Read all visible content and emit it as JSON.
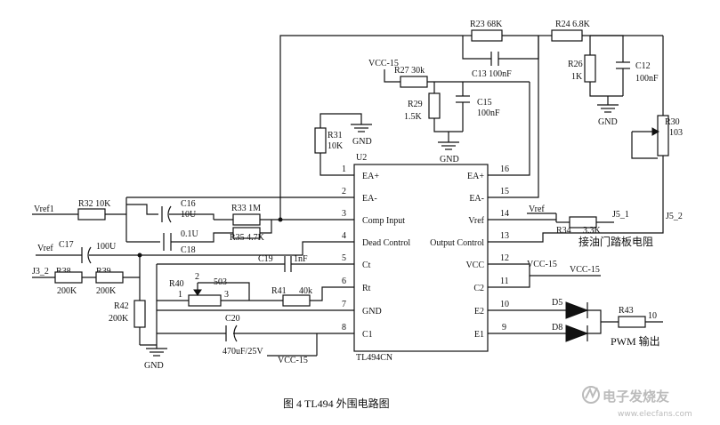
{
  "ic": {
    "ref": "U2",
    "part": "TL494CN",
    "left_pins": [
      {
        "num": "1",
        "name": "EA+"
      },
      {
        "num": "2",
        "name": "EA-"
      },
      {
        "num": "3",
        "name": "Comp Input"
      },
      {
        "num": "4",
        "name": "Dead Control"
      },
      {
        "num": "5",
        "name": "Ct"
      },
      {
        "num": "6",
        "name": "Rt"
      },
      {
        "num": "7",
        "name": "GND"
      },
      {
        "num": "8",
        "name": "C1"
      }
    ],
    "right_pins": [
      {
        "num": "16",
        "name": "EA+"
      },
      {
        "num": "15",
        "name": "EA-"
      },
      {
        "num": "14",
        "name": "Vref"
      },
      {
        "num": "13",
        "name": "Output Control"
      },
      {
        "num": "12",
        "name": "VCC"
      },
      {
        "num": "11",
        "name": "C2"
      },
      {
        "num": "10",
        "name": "E2"
      },
      {
        "num": "9",
        "name": "E1"
      }
    ]
  },
  "resistors": {
    "r23": "R23 68K",
    "r24": "R24 6.8K",
    "r26_ref": "R26",
    "r26_val": "1K",
    "r27": "R27  30k",
    "r29_ref": "R29",
    "r29_val": "1.5K",
    "r31_ref": "R31",
    "r31_val": "10K",
    "r30_ref": "R30",
    "r30_val": "103",
    "r32": "R32 10K",
    "r33": "R33 1M",
    "r35": "R35 4.7K",
    "r34_ref": "R34",
    "r34_val": "3.3K",
    "r38": "R38",
    "r38_val": "200K",
    "r39": "R39",
    "r39_val": "200K",
    "r42_ref": "R42",
    "r42_val": "200K",
    "r40": "R40",
    "r40_val": "503",
    "r40_p1": "3",
    "r40_p2": "2",
    "r40_p3": "1",
    "r41": "R41",
    "r41_val": "40k",
    "r43": "R43",
    "r43_val": "10"
  },
  "capacitors": {
    "c13": "C13  100nF",
    "c12_ref": "C12",
    "c12_val": "100nF",
    "c15_ref": "C15",
    "c15_val": "100nF",
    "c16_ref": "C16",
    "c16_val": "10U",
    "c18_ref": "C18",
    "c18_val": "0.1U",
    "c17_ref": "C17",
    "c17_val": "100U",
    "c19_ref": "C19",
    "c19_val": "1nF",
    "c20_ref": "C20",
    "c20_val": "470uF/25V"
  },
  "diodes": {
    "d5": "D5",
    "d8": "D8"
  },
  "nets": {
    "vcc15_top": "VCC-15",
    "vcc15_pin12": "VCC-15",
    "vcc15_pin11": "VCC-15",
    "vcc15_bottom": "VCC-15",
    "vref1": "Vref1",
    "vref_left": "Vref",
    "vref_right": "Vref",
    "j3_2": "J3_2",
    "j5_1": "J5_1",
    "j5_2": "J5_2",
    "gnd": "GND"
  },
  "labels": {
    "pedal": "接油门踏板电阻",
    "pwm": "PWM  输出",
    "caption": "图 4    TL494 外围电路图",
    "watermark": "电子发烧友",
    "watermark_url": "www.elecfans.com"
  }
}
